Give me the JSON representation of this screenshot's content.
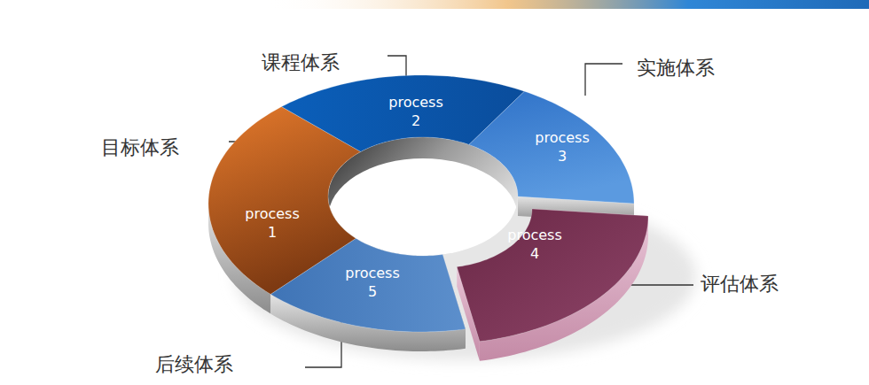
{
  "diagram": {
    "nodes": [
      {
        "text": [
          "process 1"
        ]
      },
      {
        "text": [
          "process 2"
        ]
      },
      {
        "text": [
          "process 3"
        ]
      },
      {
        "text": [
          "process 4"
        ]
      },
      {
        "text": [
          "process 5"
        ]
      }
    ],
    "labels": [
      "课程体系",
      "实施体系",
      "目标体系",
      "评估体系",
      "后续体系"
    ]
  }
}
